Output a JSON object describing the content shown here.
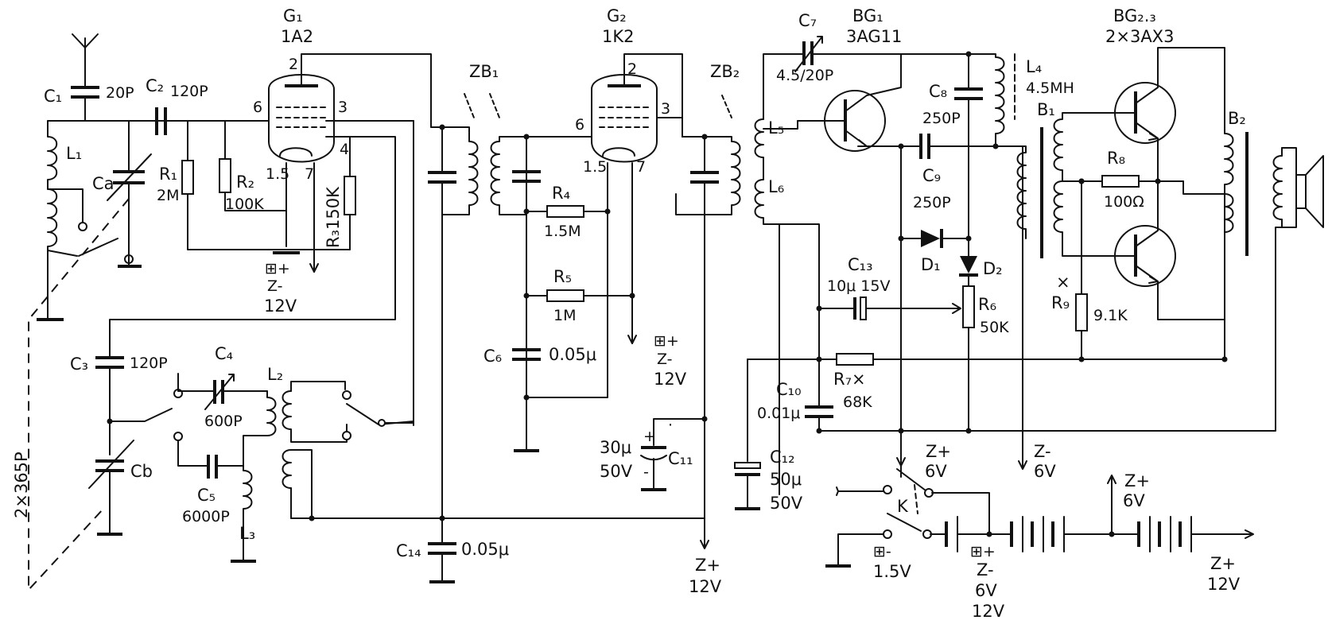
{
  "tubes": {
    "g1": {
      "name": "G₁",
      "type": "1A2",
      "pins": [
        "2",
        "6",
        "3",
        "1.5",
        "7",
        "4"
      ]
    },
    "g2": {
      "name": "G₂",
      "type": "1K2",
      "pins": [
        "2",
        "6",
        "3",
        "1.5",
        "7"
      ]
    }
  },
  "transistors": {
    "bg1": {
      "name": "BG₁",
      "type": "3AG11"
    },
    "bg23": {
      "name": "BG₂.₃",
      "type": "2×3AX3"
    }
  },
  "capacitors": [
    {
      "ref": "C₁",
      "value": "20P"
    },
    {
      "ref": "C₂",
      "value": "120P"
    },
    {
      "ref": "Ca",
      "value": ""
    },
    {
      "ref": "C₃",
      "value": "120P"
    },
    {
      "ref": "C₄",
      "value": "600P"
    },
    {
      "ref": "C₅",
      "value": "6000P"
    },
    {
      "ref": "Cb",
      "value": ""
    },
    {
      "ref": "C₆",
      "value": "0.05μ"
    },
    {
      "ref": "C₇",
      "value": "4.5/20P"
    },
    {
      "ref": "C₈",
      "value": "250P"
    },
    {
      "ref": "C₉",
      "value": "250P"
    },
    {
      "ref": "C₁₀",
      "value": "0.01μ"
    },
    {
      "ref": "C₁₁",
      "value": "30μ",
      "voltage": "50V"
    },
    {
      "ref": "C₁₂",
      "value": "50μ",
      "voltage": "50V"
    },
    {
      "ref": "C₁₃",
      "value": "10μ 15V"
    },
    {
      "ref": "C₁₄",
      "value": "0.05μ"
    }
  ],
  "resistors": [
    {
      "ref": "R₁",
      "value": "2M"
    },
    {
      "ref": "R₂",
      "value": "100K"
    },
    {
      "ref": "R₃",
      "value": "150K"
    },
    {
      "ref": "R₄",
      "value": "1.5M"
    },
    {
      "ref": "R₅",
      "value": "1M"
    },
    {
      "ref": "R₆",
      "value": "50K"
    },
    {
      "ref": "R₇×",
      "value": "68K"
    },
    {
      "ref": "R₈",
      "value": "100Ω"
    },
    {
      "ref": "R₉",
      "value": "9.1K",
      "mark": "×"
    }
  ],
  "inductors": [
    {
      "ref": "L₁"
    },
    {
      "ref": "L₂"
    },
    {
      "ref": "L₃"
    },
    {
      "ref": "L₄",
      "value": "4.5MH"
    },
    {
      "ref": "L₅"
    },
    {
      "ref": "L₆"
    }
  ],
  "transformers": [
    {
      "ref": "ZB₁"
    },
    {
      "ref": "ZB₂"
    },
    {
      "ref": "B₁"
    },
    {
      "ref": "B₂"
    }
  ],
  "diodes": [
    {
      "ref": "D₁"
    },
    {
      "ref": "D₂"
    }
  ],
  "gang_capacitor": {
    "label": "2×365P"
  },
  "switch": {
    "ref": "K"
  },
  "supply_labels": {
    "g1_filament": {
      "line1": "⊞+",
      "line2": "Z-",
      "line3": "12V"
    },
    "g2_filament": {
      "line1": "⊞+",
      "line2": "Z-",
      "line3": "12V"
    },
    "plate_12v": {
      "line1": "Z+",
      "line2": "12V"
    },
    "z_plus_6v_mid": {
      "line1": "Z+",
      "line2": "6V"
    },
    "z_minus_6v": {
      "line1": "Z-",
      "line2": "6V"
    },
    "battery_1_5v": {
      "line1": "⊞-",
      "line2": "1.5V"
    },
    "battery_6v": {
      "line1": "⊞+",
      "line2": "Z-",
      "line3": "6V",
      "line4": "12V"
    },
    "z_plus_6v_top": {
      "line1": "Z+",
      "line2": "6V"
    },
    "z_plus_12v_right": {
      "line1": "Z+",
      "line2": "12V"
    }
  }
}
